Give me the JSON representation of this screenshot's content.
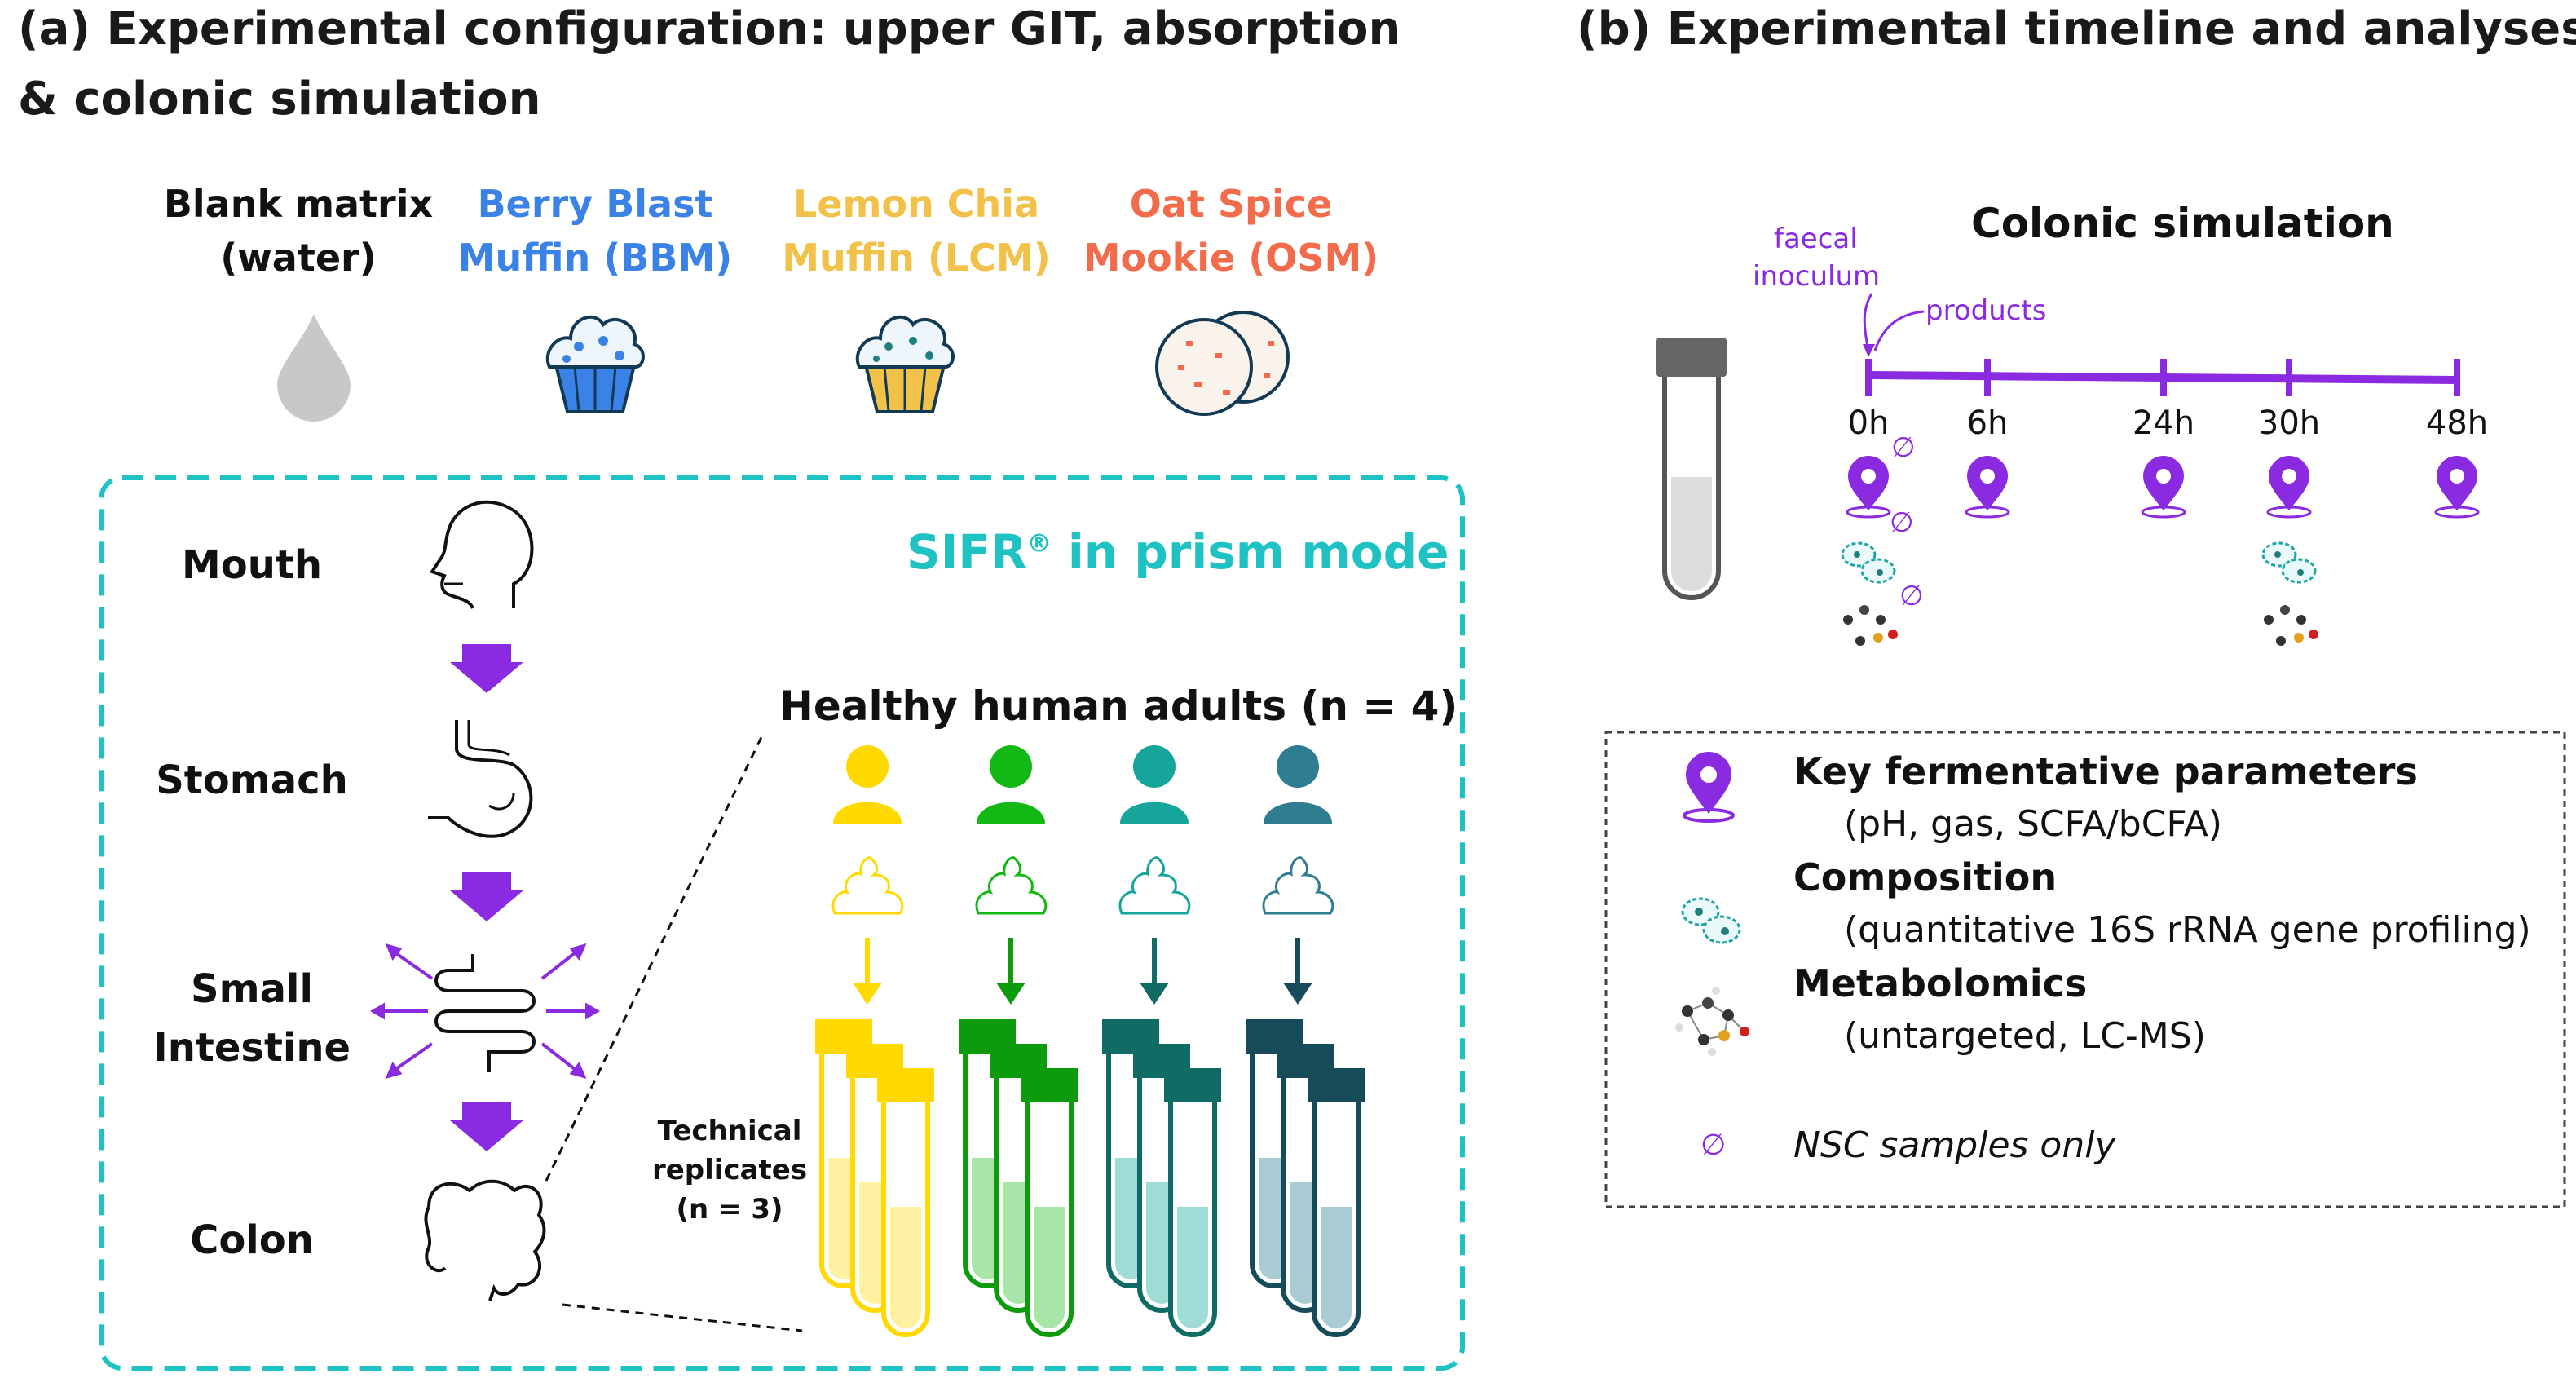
{
  "panel_a": {
    "title_line1": "(a) Experimental configuration: upper GIT, absorption",
    "title_line2": "& colonic simulation",
    "foods": [
      {
        "line1": "Blank matrix",
        "line2": "(water)",
        "color": "#111111"
      },
      {
        "line1": "Berry Blast",
        "line2": "Muffin (BBM)",
        "color": "#3b82e6"
      },
      {
        "line1": "Lemon Chia",
        "line2": "Muffin (LCM)",
        "color": "#f2c14a"
      },
      {
        "line1": "Oat Spice",
        "line2": "Mookie (OSM)",
        "color": "#f26b4a"
      }
    ],
    "organs": {
      "mouth": "Mouth",
      "stomach": "Stomach",
      "small_intestine_line1": "Small",
      "small_intestine_line2": "Intestine",
      "colon": "Colon"
    },
    "sifr": {
      "name": "SIFR",
      "superscript": "®",
      "suffix": " in prism mode",
      "color": "#1fc2c2"
    },
    "adults_label": "Healthy human adults (n = 4)",
    "donor_colors": [
      "#ffd900",
      "#14b814",
      "#16a59a",
      "#2e7d90"
    ],
    "replicates": {
      "line1": "Technical",
      "line2": "replicates",
      "line3": "(n = 3)"
    }
  },
  "panel_b": {
    "title": "(b) Experimental timeline and analyses",
    "colonic_title": "Colonic simulation",
    "faecal_line1": "faecal",
    "faecal_line2": "inoculum",
    "products": "products",
    "timepoints": [
      "0h",
      "6h",
      "24h",
      "30h",
      "48h"
    ],
    "accent": "#8a2be2",
    "legend": {
      "key_title": "Key fermentative parameters",
      "key_sub": "(pH, gas, SCFA/bCFA)",
      "comp_title": "Composition",
      "comp_sub": "(quantitative 16S rRNA gene profiling)",
      "metab_title": "Metabolomics",
      "metab_sub": "(untargeted, LC-MS)",
      "nsc_symbol": "∅",
      "nsc_label": "NSC samples only"
    }
  }
}
